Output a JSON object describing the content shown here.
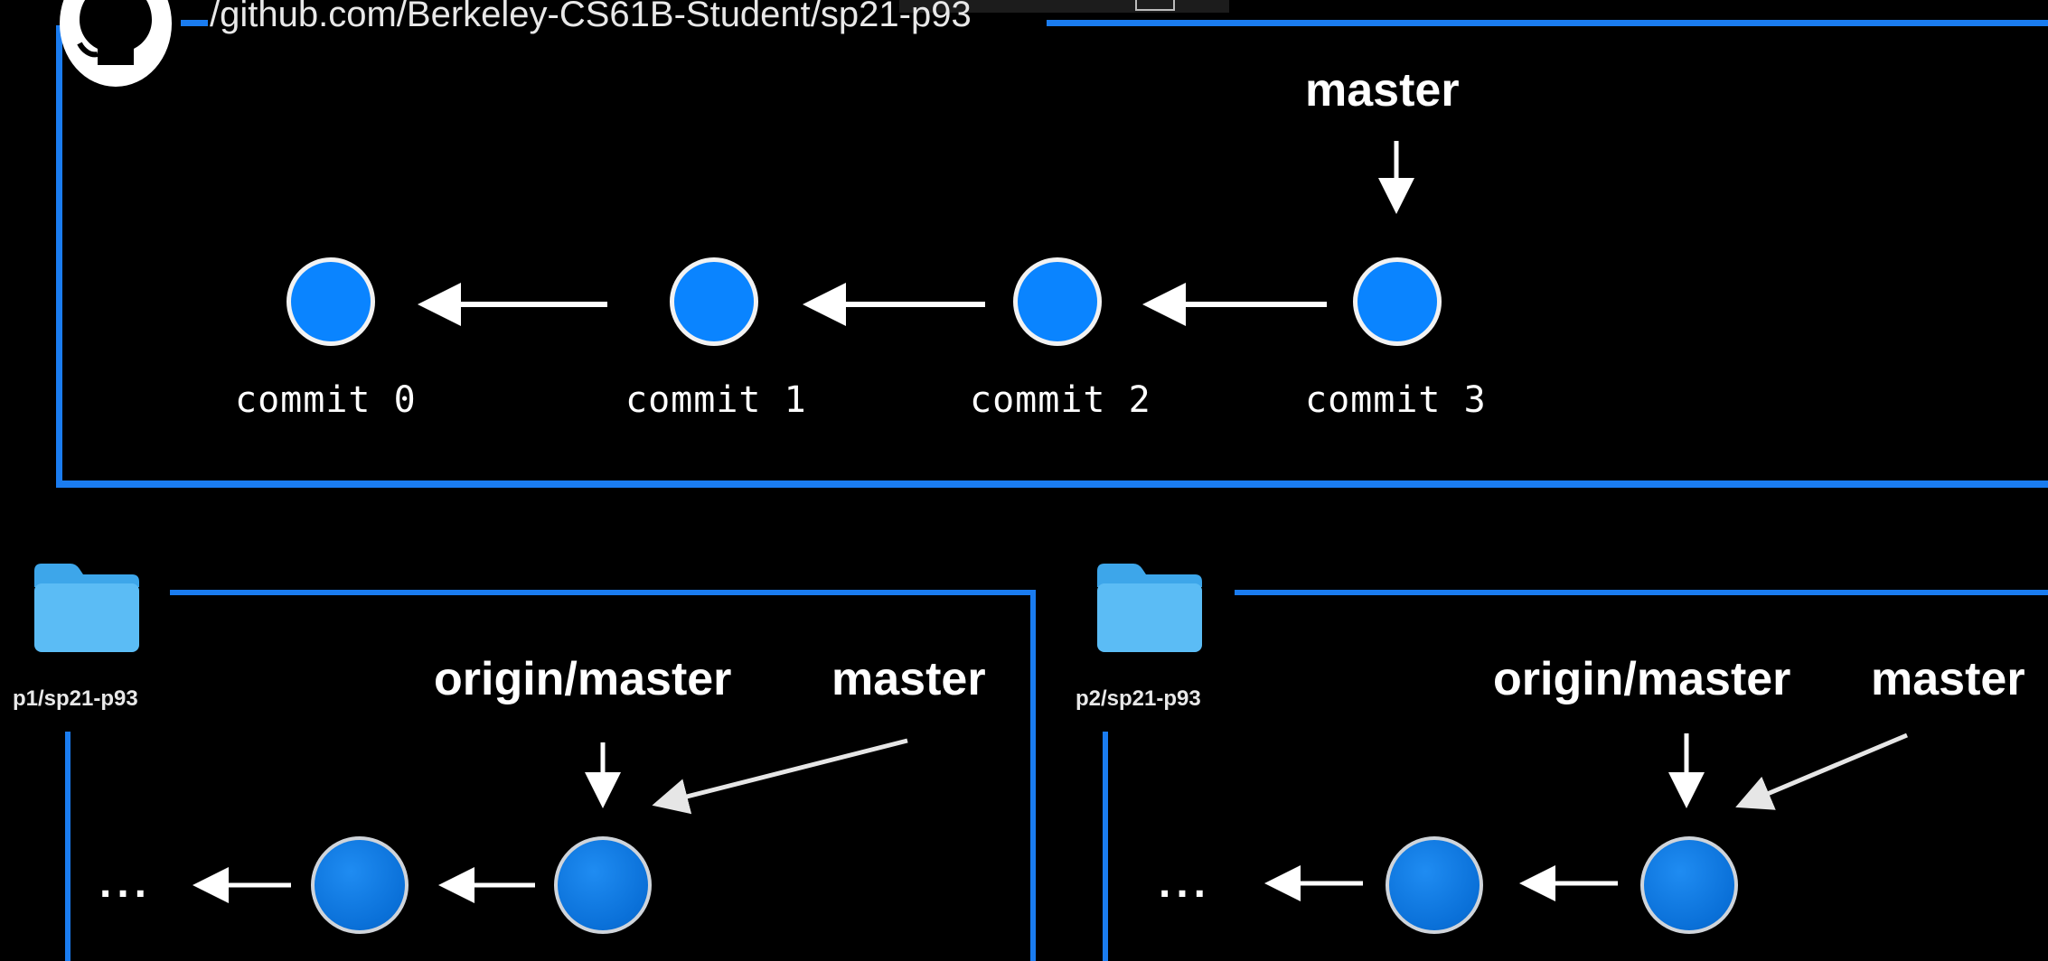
{
  "remote": {
    "url": "/github.com/Berkeley-CS61B-Student/sp21-p93",
    "icon": "github-icon",
    "branch_label": "master",
    "commits": [
      "commit 0",
      "commit 1",
      "commit 2",
      "commit 3"
    ]
  },
  "repos": [
    {
      "folder_icon": "folder-icon",
      "folder_label": "p1/sp21-p93",
      "origin_label": "origin/master",
      "branch_label": "master",
      "ellipsis": "..."
    },
    {
      "folder_icon": "folder-icon",
      "folder_label": "p2/sp21-p93",
      "origin_label": "origin/master",
      "branch_label": "master",
      "ellipsis": "..."
    }
  ],
  "colors": {
    "background": "#000000",
    "frame": "#1a7cf0",
    "commit": "#0a84ff",
    "text": "#ffffff"
  }
}
